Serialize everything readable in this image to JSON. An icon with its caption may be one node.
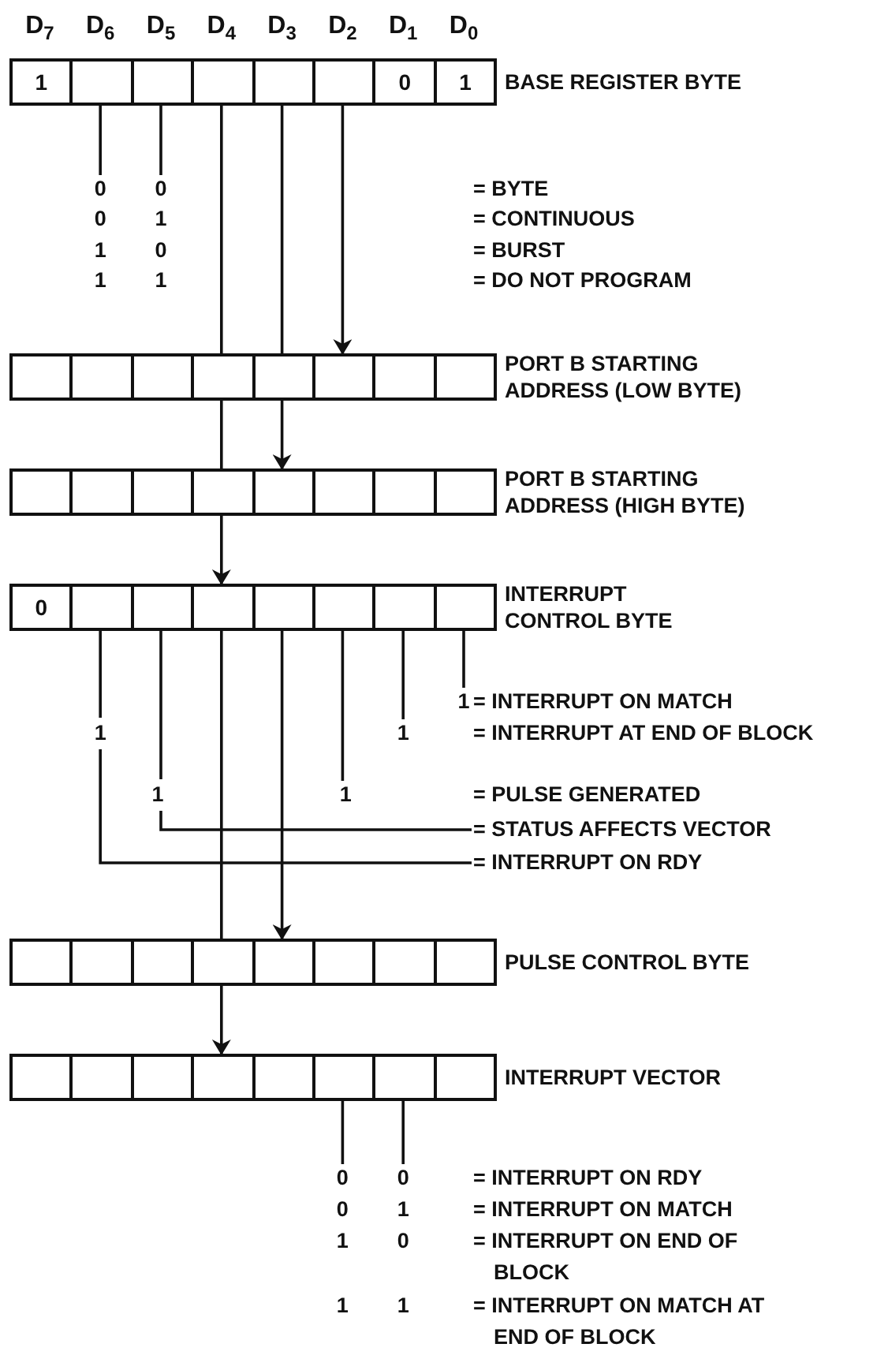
{
  "diagram": {
    "nodes": [
      {
        "text": [
          "BASE REGISTER BYTE"
        ]
      },
      {
        "text": [
          "1"
        ],
        "in": 0
      },
      {
        "text": [],
        "shape": "box",
        "in": 0
      },
      {
        "text": [],
        "shape": "box",
        "in": 0
      },
      {
        "text": [],
        "shape": "box",
        "in": 0
      },
      {
        "text": [],
        "shape": "box",
        "in": 0
      },
      {
        "text": [],
        "shape": "box",
        "in": 0
      },
      {
        "text": [
          "0"
        ],
        "in": 0
      },
      {
        "text": [
          "1"
        ],
        "in": 0
      },
      {
        "text": [
          "PORT B STARTING ADDRESS (LOW BYTE)"
        ]
      },
      {
        "text": [],
        "shape": "box",
        "in": 9
      },
      {
        "text": [],
        "shape": "box",
        "in": 9
      },
      {
        "text": [],
        "shape": "box",
        "in": 9
      },
      {
        "text": [],
        "shape": "box",
        "in": 9
      },
      {
        "text": [],
        "shape": "box",
        "in": 9
      },
      {
        "text": [],
        "shape": "box",
        "in": 9
      },
      {
        "text": [],
        "shape": "box",
        "in": 9
      },
      {
        "text": [],
        "shape": "box",
        "in": 9
      },
      {
        "text": [
          "PORT B STARTING ADDRESS (HIGH BYTE)"
        ]
      },
      {
        "text": [],
        "shape": "box",
        "in": 18
      },
      {
        "text": [],
        "shape": "box",
        "in": 18
      },
      {
        "text": [],
        "shape": "box",
        "in": 18
      },
      {
        "text": [],
        "shape": "box",
        "in": 18
      },
      {
        "text": [],
        "shape": "box",
        "in": 18
      },
      {
        "text": [],
        "shape": "box",
        "in": 18
      },
      {
        "text": [],
        "shape": "box",
        "in": 18
      },
      {
        "text": [],
        "shape": "box",
        "in": 18
      },
      {
        "text": [
          "INTERRUPT CONTROL BYTE"
        ]
      },
      {
        "text": [
          "0"
        ],
        "in": 27
      },
      {
        "text": [],
        "shape": "box",
        "in": 27
      },
      {
        "text": [],
        "shape": "box",
        "in": 27
      },
      {
        "text": [],
        "shape": "box",
        "in": 27
      },
      {
        "text": [],
        "shape": "box",
        "in": 27
      },
      {
        "text": [],
        "shape": "box",
        "in": 27
      },
      {
        "text": [],
        "shape": "box",
        "in": 27
      },
      {
        "text": [],
        "shape": "box",
        "in": 27
      },
      {
        "text": [
          "PULSE CONTROL BYTE"
        ]
      },
      {
        "text": [],
        "shape": "box",
        "in": 36
      },
      {
        "text": [],
        "shape": "box",
        "in": 36
      },
      {
        "text": [],
        "shape": "box",
        "in": 36
      },
      {
        "text": [],
        "shape": "box",
        "in": 36
      },
      {
        "text": [],
        "shape": "box",
        "in": 36
      },
      {
        "text": [],
        "shape": "box",
        "in": 36
      },
      {
        "text": [],
        "shape": "box",
        "in": 36
      },
      {
        "text": [],
        "shape": "box",
        "in": 36
      },
      {
        "text": [
          "INTERRUPT VECTOR"
        ]
      },
      {
        "text": [],
        "shape": "box",
        "in": 45
      },
      {
        "text": [],
        "shape": "box",
        "in": 45
      },
      {
        "text": [],
        "shape": "box",
        "in": 45
      },
      {
        "text": [],
        "shape": "box",
        "in": 45
      },
      {
        "text": [],
        "shape": "box",
        "in": 45
      },
      {
        "text": [],
        "shape": "box",
        "in": 45
      },
      {
        "text": [],
        "shape": "box",
        "in": 45
      },
      {
        "text": [],
        "shape": "box",
        "in": 45
      },
      {
        "text": [
          "0"
        ]
      },
      {
        "text": [
          "0"
        ]
      },
      {
        "text": [
          "1"
        ]
      },
      {
        "text": [
          "1"
        ]
      },
      {
        "text": [
          "1"
        ]
      },
      {
        "text": [
          "= STATUS AFFECTS VECTOR"
        ]
      },
      {
        "text": [
          "= INTERRUPT ON RDY"
        ]
      },
      {
        "text": [
          "0"
        ]
      },
      {
        "text": [
          "0"
        ]
      }
    ],
    "edges": [
      {
        "from": 6,
        "to": 15,
        "arrow": "to"
      },
      {
        "from": 5,
        "to": 14,
        "arrow": "none"
      },
      {
        "from": 14,
        "to": 23,
        "arrow": "to"
      },
      {
        "from": 4,
        "to": 13,
        "arrow": "none"
      },
      {
        "from": 13,
        "to": 22,
        "arrow": "none"
      },
      {
        "from": 22,
        "to": 31,
        "arrow": "to"
      },
      {
        "from": 32,
        "to": 41,
        "arrow": "to"
      },
      {
        "from": 31,
        "to": 40,
        "arrow": "none"
      },
      {
        "from": 40,
        "to": 49,
        "arrow": "to"
      },
      {
        "from": 2,
        "to": 54,
        "arrow": "none"
      },
      {
        "from": 3,
        "to": 55,
        "arrow": "none"
      },
      {
        "from": 29,
        "to": 60,
        "arrow": "none"
      },
      {
        "from": 30,
        "to": 59,
        "arrow": "none"
      },
      {
        "from": 33,
        "to": 58,
        "arrow": "none"
      },
      {
        "from": 34,
        "to": 57,
        "arrow": "none"
      },
      {
        "from": 35,
        "to": 56,
        "arrow": "none"
      },
      {
        "from": 51,
        "to": 61,
        "arrow": "none"
      },
      {
        "from": 52,
        "to": 62,
        "arrow": "none"
      }
    ],
    "labels": [
      "D$_{7}$",
      "D$_{6}$",
      "D$_{5}$",
      "D$_{4}$",
      "D$_{3}$",
      "D$_{2}$",
      "D$_{1}$",
      "D$_{0}$",
      "= BYTE",
      "0",
      "1",
      "= CONTINUOUS",
      "1",
      "0",
      "= BURST",
      "1",
      "1",
      "= DO NOT PROGRAM",
      "= INTERRUPT ON MATCH",
      "1",
      "= INTERRUPT AT END OF BLOCK",
      "1",
      "= PULSE GENERATED",
      "= INTERRUPT ON RDY",
      "0",
      "1",
      "= INTERRUPT ON MATCH",
      "1",
      "0",
      "= INTERRUPT ON END OF BLOCK",
      "1",
      "1",
      "= INTERRUPT ON MATCH AT END OF BLOCK"
    ]
  }
}
